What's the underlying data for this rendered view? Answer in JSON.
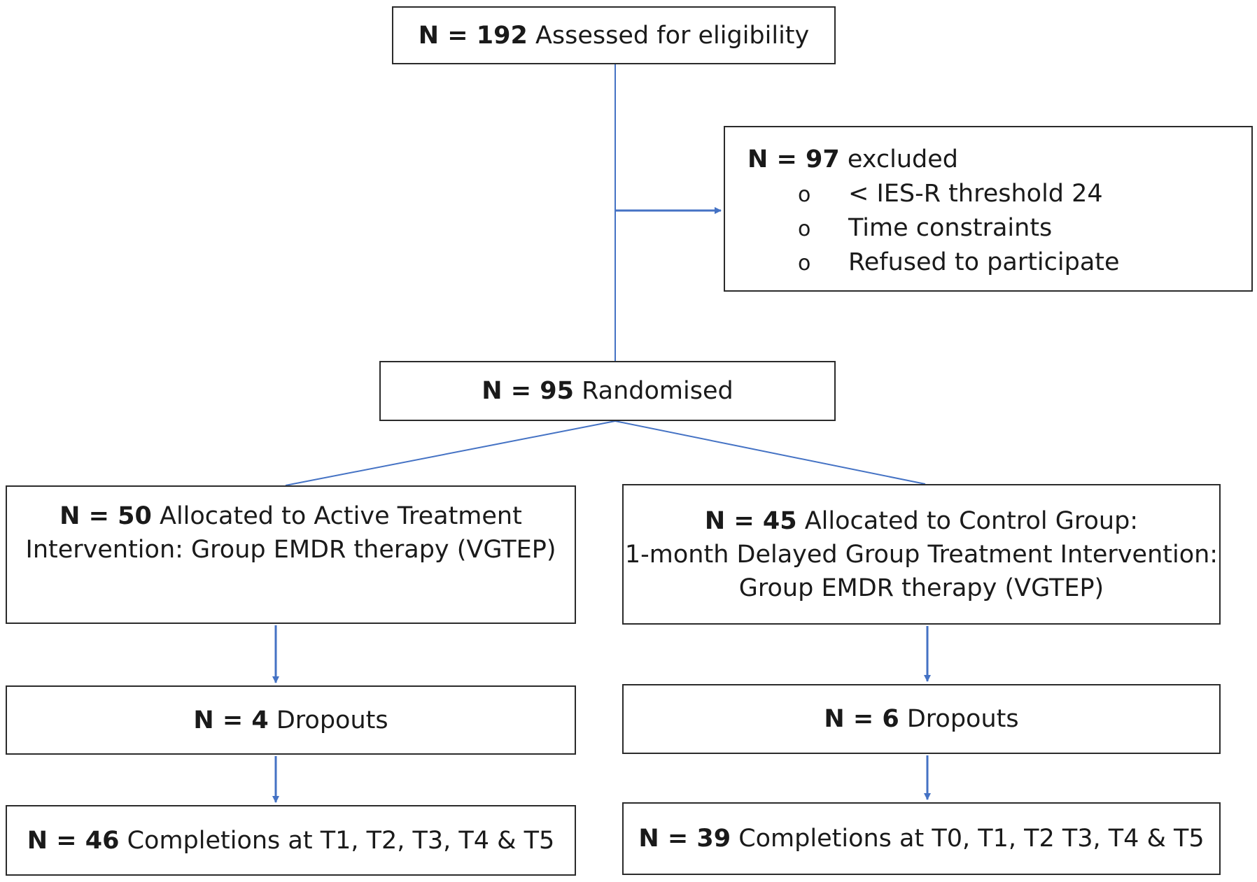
{
  "eligibility": {
    "n": "N = 192",
    "text": "Assessed for eligibility"
  },
  "excluded": {
    "n": "N = 97",
    "text": "excluded",
    "bullet": "o",
    "reasons": [
      "< IES-R threshold 24",
      "Time constraints",
      "Refused to participate"
    ]
  },
  "randomised": {
    "n": "N = 95",
    "text": "Randomised"
  },
  "active": {
    "n": "N = 50",
    "line1": "Allocated to Active Treatment",
    "line2": "Intervention: Group EMDR therapy (VGTEP)"
  },
  "control": {
    "n": "N = 45",
    "line1": "Allocated to Control Group:",
    "line2": "1-month Delayed Group Treatment Intervention:",
    "line3": "Group EMDR therapy (VGTEP)"
  },
  "dropouts_active": {
    "n": "N = 4",
    "text": "Dropouts"
  },
  "dropouts_control": {
    "n": "N = 6",
    "text": "Dropouts"
  },
  "completions_active": {
    "n": "N = 46",
    "text": "Completions at T1, T2, T3, T4 & T5"
  },
  "completions_control": {
    "n": "N = 39",
    "text": "Completions at T0, T1, T2 T3, T4 & T5"
  },
  "colors": {
    "connector": "#4472c4",
    "box_border": "#2b2b2b"
  }
}
